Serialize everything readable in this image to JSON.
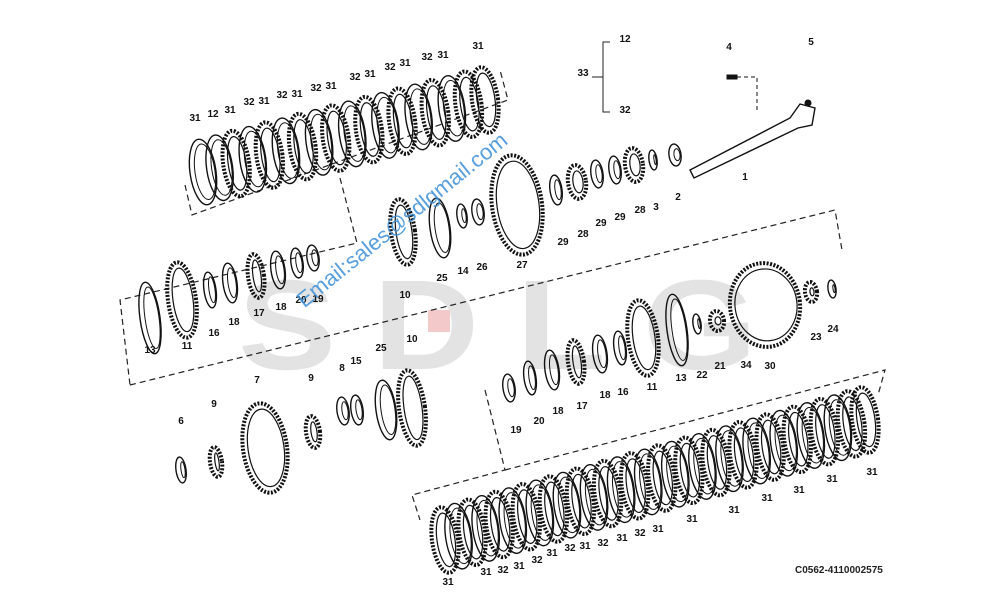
{
  "watermark": {
    "brand": "SDLG",
    "email": "Email:sales@sdlgmail.com",
    "email_color": "#3a8fd8"
  },
  "drawing_code": "C0562-4110002575",
  "callouts": [
    "31",
    "12",
    "31",
    "32",
    "31",
    "32",
    "31",
    "32",
    "31",
    "32",
    "31",
    "32",
    "31",
    "32",
    "31",
    "31",
    "12",
    "33",
    "32",
    "4",
    "5",
    "1",
    "2",
    "3",
    "28",
    "29",
    "28",
    "29",
    "29",
    "27",
    "26",
    "14",
    "25",
    "10",
    "13",
    "11",
    "16",
    "18",
    "17",
    "18",
    "20",
    "19",
    "25",
    "10",
    "8",
    "15",
    "9",
    "7",
    "6",
    "9",
    "19",
    "20",
    "18",
    "17",
    "18",
    "16",
    "11",
    "13",
    "22",
    "21",
    "34",
    "30",
    "23",
    "24",
    "31",
    "31",
    "32",
    "31",
    "32",
    "31",
    "32",
    "31",
    "32",
    "31",
    "32",
    "31",
    "31",
    "31",
    "31",
    "31",
    "31",
    "31"
  ]
}
